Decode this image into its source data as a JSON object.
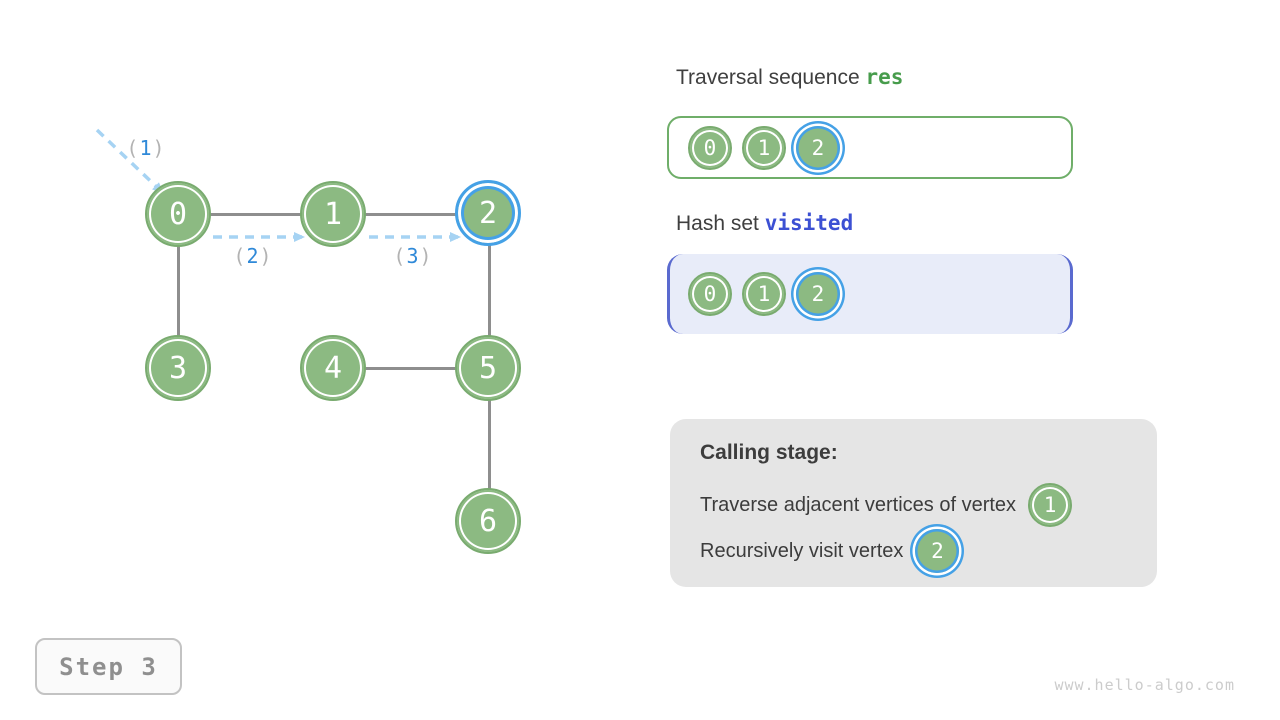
{
  "graph": {
    "nodes": [
      {
        "label": "0",
        "highlighted": false
      },
      {
        "label": "1",
        "highlighted": false
      },
      {
        "label": "2",
        "highlighted": true
      },
      {
        "label": "3",
        "highlighted": false
      },
      {
        "label": "4",
        "highlighted": false
      },
      {
        "label": "5",
        "highlighted": false
      },
      {
        "label": "6",
        "highlighted": false
      }
    ],
    "edges": [
      "0-1",
      "1-2",
      "0-3",
      "2-5",
      "4-5",
      "5-6"
    ],
    "arrow_labels": [
      {
        "open": "(",
        "num": "1",
        "close": ")"
      },
      {
        "open": "(",
        "num": "2",
        "close": ")"
      },
      {
        "open": "(",
        "num": "3",
        "close": ")"
      }
    ]
  },
  "panels": {
    "res": {
      "title_prefix": "Traversal sequence",
      "title_code": "res",
      "items": [
        {
          "label": "0",
          "highlighted": false
        },
        {
          "label": "1",
          "highlighted": false
        },
        {
          "label": "2",
          "highlighted": true
        }
      ]
    },
    "visited": {
      "title_prefix": "Hash set",
      "title_code": "visited",
      "items": [
        {
          "label": "0",
          "highlighted": false
        },
        {
          "label": "1",
          "highlighted": false
        },
        {
          "label": "2",
          "highlighted": true
        }
      ]
    },
    "calling": {
      "heading": "Calling stage:",
      "line1_text": "Traverse adjacent vertices of vertex",
      "line1_node": "1",
      "line2_text": "Recursively visit vertex",
      "line2_node": "2"
    }
  },
  "footer": {
    "step_label": "Step 3",
    "watermark": "www.hello-algo.com"
  },
  "colors": {
    "node_green": "#8CBA82",
    "node_green_border": "#79AB6F",
    "highlight_blue": "#45A1E6",
    "arrow_blue": "#A6D3F3",
    "edge_gray": "#8E8E8E",
    "res_code_green": "#479C4C",
    "visited_code_indigo": "#3C50D3",
    "visited_box_bg": "#E8ECF9",
    "visited_box_border": "#5A6ACF",
    "calling_box_bg": "#E5E5E5"
  }
}
